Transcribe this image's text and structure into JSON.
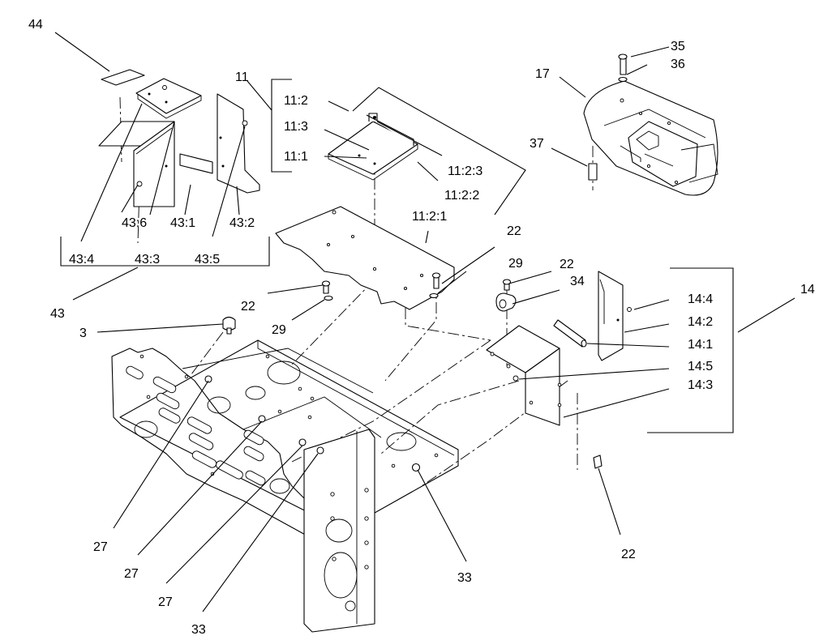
{
  "callouts": {
    "c44": "44",
    "c11": "11",
    "c11_2": "11:2",
    "c11_3": "11:3",
    "c11_1": "11:1",
    "c11_2_3": "11:2:3",
    "c11_2_2": "11:2:2",
    "c11_2_1": "11:2:1",
    "c35": "35",
    "c36": "36",
    "c17": "17",
    "c37": "37",
    "c43_6": "43:6",
    "c43_1": "43:1",
    "c43_2": "43:2",
    "c43_4": "43:4",
    "c43_3": "43:3",
    "c43_5": "43:5",
    "c43": "43",
    "c22_a": "22",
    "c29_a": "29",
    "c22_b": "22",
    "c34": "34",
    "c22_c": "22",
    "c29_b": "29",
    "c3": "3",
    "c14": "14",
    "c14_4": "14:4",
    "c14_2": "14:2",
    "c14_1": "14:1",
    "c14_5": "14:5",
    "c14_3": "14:3",
    "c27_a": "27",
    "c27_b": "27",
    "c27_c": "27",
    "c33_a": "33",
    "c33_b": "33",
    "c22_d": "22"
  },
  "colors": {
    "line": "#000000",
    "background": "#ffffff"
  }
}
